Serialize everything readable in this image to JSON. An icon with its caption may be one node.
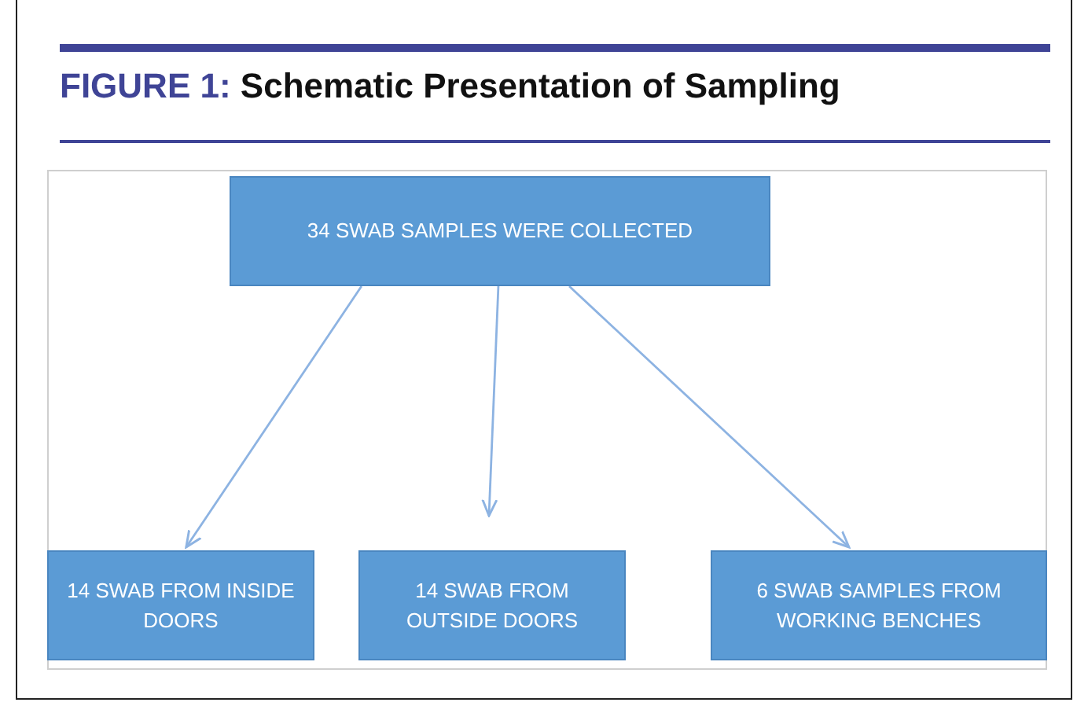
{
  "diagram": {
    "title": "FIGURE 1: Schematic Presentation of Sampling",
    "nodes": [
      {
        "text": [
          "34 SWAB SAMPLES WERE COLLECTED"
        ]
      },
      {
        "text": [
          "14 SWAB FROM INSIDE DOORS"
        ]
      },
      {
        "text": [
          "14 SWAB FROM OUTSIDE DOORS"
        ]
      },
      {
        "text": [
          "6 SWAB SAMPLES FROM WORKING BENCHES"
        ]
      }
    ],
    "edges": [
      {
        "from": 0,
        "to": 1,
        "arrow": "to"
      },
      {
        "from": 0,
        "to": 2,
        "arrow": "to"
      },
      {
        "from": 0,
        "to": 3,
        "arrow": "to"
      }
    ]
  }
}
